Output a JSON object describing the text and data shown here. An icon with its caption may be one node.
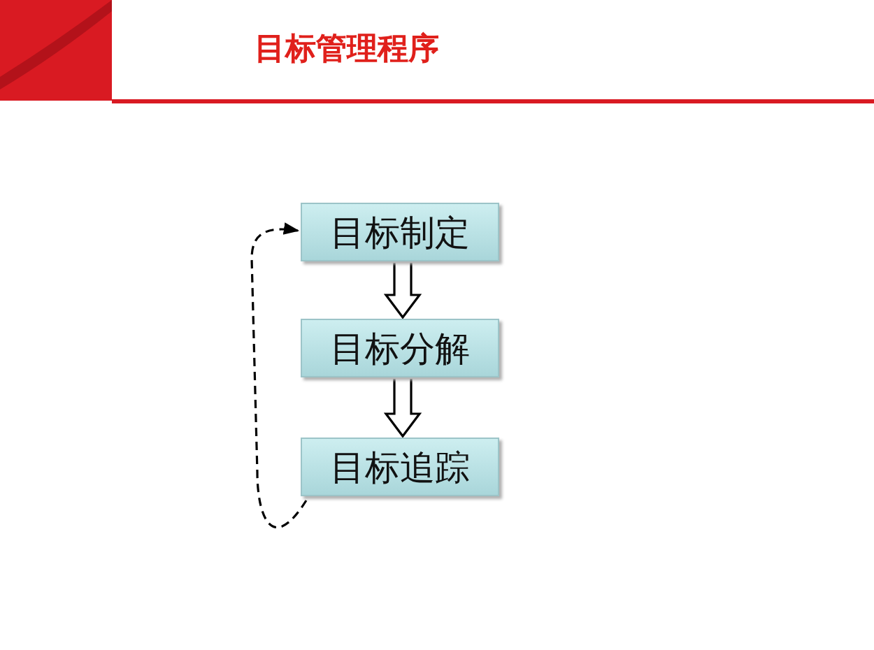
{
  "diagram": {
    "title": "目标管理程序",
    "nodes": [
      {
        "text": [
          "目标制定"
        ]
      },
      {
        "text": [
          "目标分解"
        ]
      },
      {
        "text": [
          "目标追踪"
        ]
      }
    ],
    "edges": [
      {
        "from": 0,
        "to": 1,
        "arrow": "to"
      },
      {
        "from": 1,
        "to": 2,
        "arrow": "to"
      },
      {
        "from": 2,
        "to": 0,
        "arrow": "to",
        "style": "dashed"
      }
    ]
  }
}
